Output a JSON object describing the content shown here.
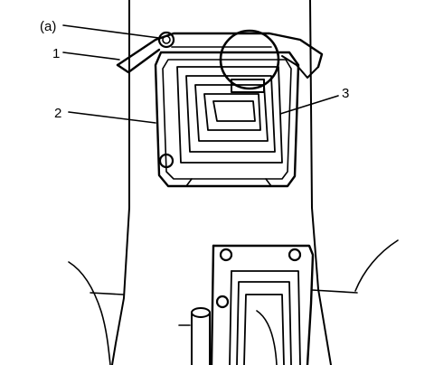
{
  "diagram": {
    "callouts": [
      {
        "id": "a",
        "text": "(a)"
      },
      {
        "id": "1",
        "text": "1"
      },
      {
        "id": "2",
        "text": "2"
      },
      {
        "id": "3",
        "text": "3"
      }
    ]
  }
}
